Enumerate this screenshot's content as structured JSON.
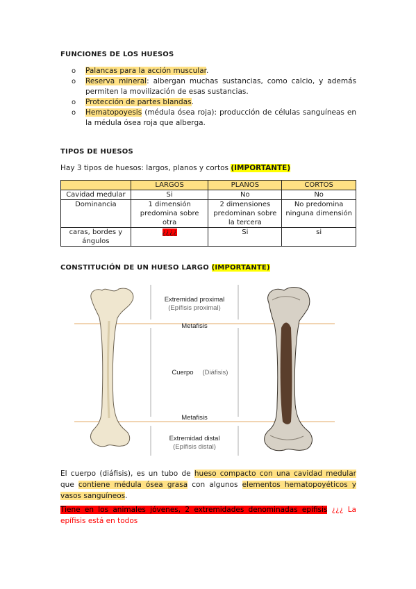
{
  "funciones": {
    "heading": "FUNCIONES DE LOS HUESOS",
    "items": [
      {
        "bullet": "o",
        "hl": "Palancas para la acción muscular",
        "rest": "."
      },
      {
        "bullet": "o",
        "hl": "Reserva mineral",
        "rest": ": albergan muchas sustancias, como calcio, y además permiten la movilización de esas sustancias."
      },
      {
        "bullet": "o",
        "hl": "Protección de partes blandas",
        "rest": "."
      },
      {
        "bullet": "o",
        "hl": "Hematopoyesis",
        "rest": " (médula ósea roja): producción de células sanguíneas en la médula ósea roja que alberga."
      }
    ]
  },
  "tipos": {
    "heading": "TIPOS DE HUESOS",
    "intro": "Hay 3 tipos de huesos: largos, planos y cortos ",
    "intro_tag": "(IMPORTANTE)",
    "table": {
      "headers": [
        "",
        "LARGOS",
        "PLANOS",
        "CORTOS"
      ],
      "rows": [
        [
          "Cavidad medular",
          "Si",
          "No",
          "No"
        ],
        [
          "Dominancia",
          "1 dimensión predomina sobre otra",
          "2 dimensiones predominan sobre la tercera",
          "No predomina ninguna dimensión"
        ],
        [
          "caras, bordes y ángulos",
          "¿¿¿¿",
          "Si",
          "si"
        ]
      ]
    }
  },
  "constitucion": {
    "heading": "CONSTITUCIÓN DE UN HUESO LARGO ",
    "heading_tag": "(IMPORTANTE)",
    "figure": {
      "labels": {
        "prox": "Extremidad proximal",
        "prox_sub": "(Epífisis proximal)",
        "meta_top": "Metafisis",
        "cuerpo": "Cuerpo",
        "cuerpo_sub": "(Diáfisis)",
        "meta_bot": "Metafisis",
        "distal": "Extremidad distal",
        "distal_sub": "(Epífisis distal)"
      }
    },
    "p1": {
      "a": "El cuerpo (diáfisis), es un tubo de ",
      "b": "hueso compacto con una cavidad medular",
      "c": " que ",
      "d": "contiene médula ósea grasa",
      "e": " con algunos ",
      "f": "elementos hematopoyéticos y vasos sanguíneos",
      "g": "."
    },
    "p2": {
      "a": "Tiene en los animales jóvenes, 2 extremidades denominadas epífisis",
      "b": " ¿¿¿ La epífisis está en todos"
    }
  },
  "colors": {
    "highlight": "#ffe184",
    "important": "#ffff00",
    "red": "#ff0000"
  }
}
